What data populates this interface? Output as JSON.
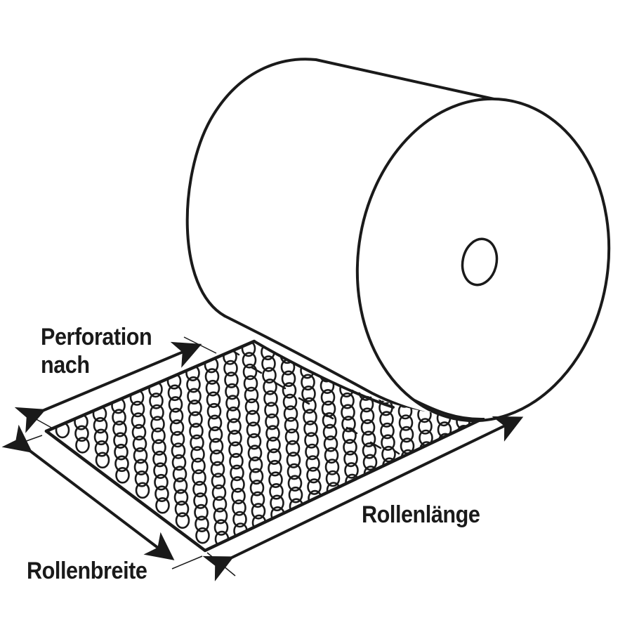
{
  "diagram": {
    "subject": "Luftpolsterfolie-Rolle (bubble wrap roll)",
    "labels": {
      "perforation_line1": "Perforation",
      "perforation_line2": "nach",
      "roll_width": "Rollenbreite",
      "roll_length": "Rollenlänge"
    },
    "colors": {
      "stroke": "#1a1a1a",
      "background": "#ffffff"
    }
  }
}
